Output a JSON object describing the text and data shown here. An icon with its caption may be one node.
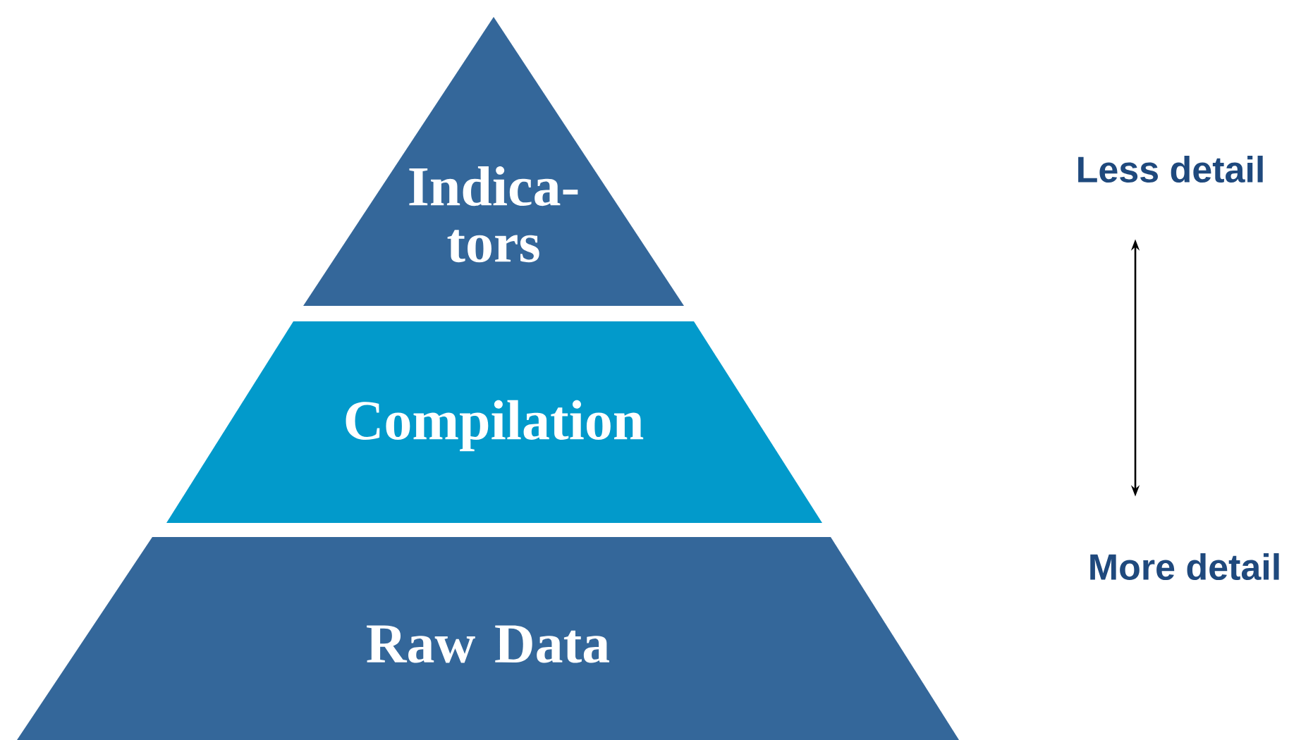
{
  "diagram": {
    "nodes": [
      {
        "text": [
          "Indica- tors"
        ]
      },
      {
        "text": [
          "Compilation"
        ]
      },
      {
        "text": [
          "Raw Data"
        ]
      },
      {
        "text": [
          "Less detail"
        ]
      },
      {
        "text": [
          "More detail"
        ]
      }
    ],
    "edges": [
      {
        "from": 3,
        "to": 4,
        "arrow": "both"
      }
    ]
  }
}
